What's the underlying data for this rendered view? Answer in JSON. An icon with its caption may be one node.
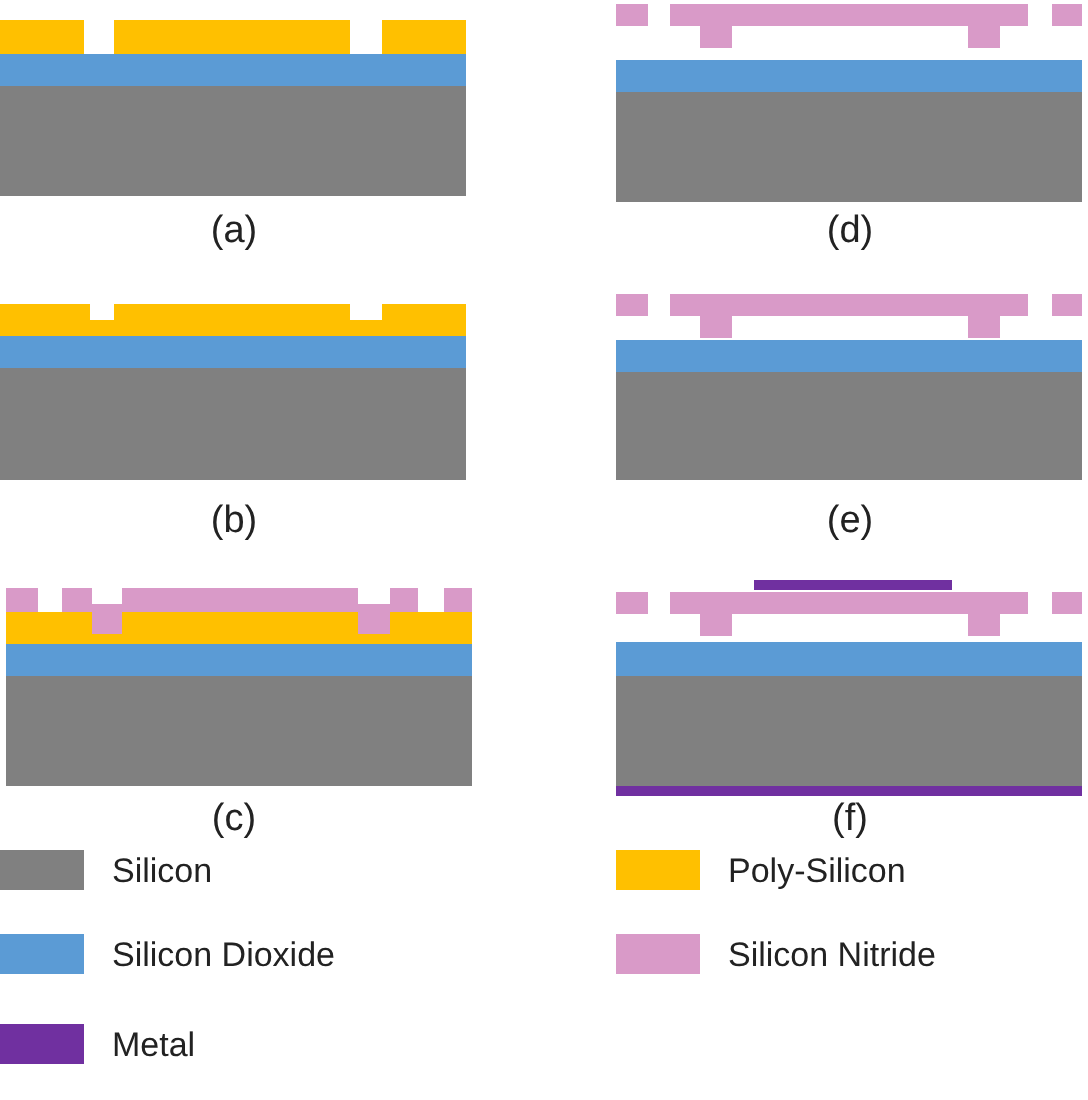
{
  "diagram": {
    "labels": [
      "(a)",
      "(d)",
      "(b)",
      "(e)",
      "(c)",
      "(f)"
    ],
    "legend": [
      {
        "text": "Silicon",
        "color": "#808080"
      },
      {
        "text": "Poly-Silicon",
        "color": "#ffc000"
      },
      {
        "text": "Silicon Dioxide",
        "color": "#5b9bd5"
      },
      {
        "text": "Silicon Nitride",
        "color": "#d99ac8"
      },
      {
        "text": "Metal",
        "color": "#7030a0"
      }
    ]
  }
}
